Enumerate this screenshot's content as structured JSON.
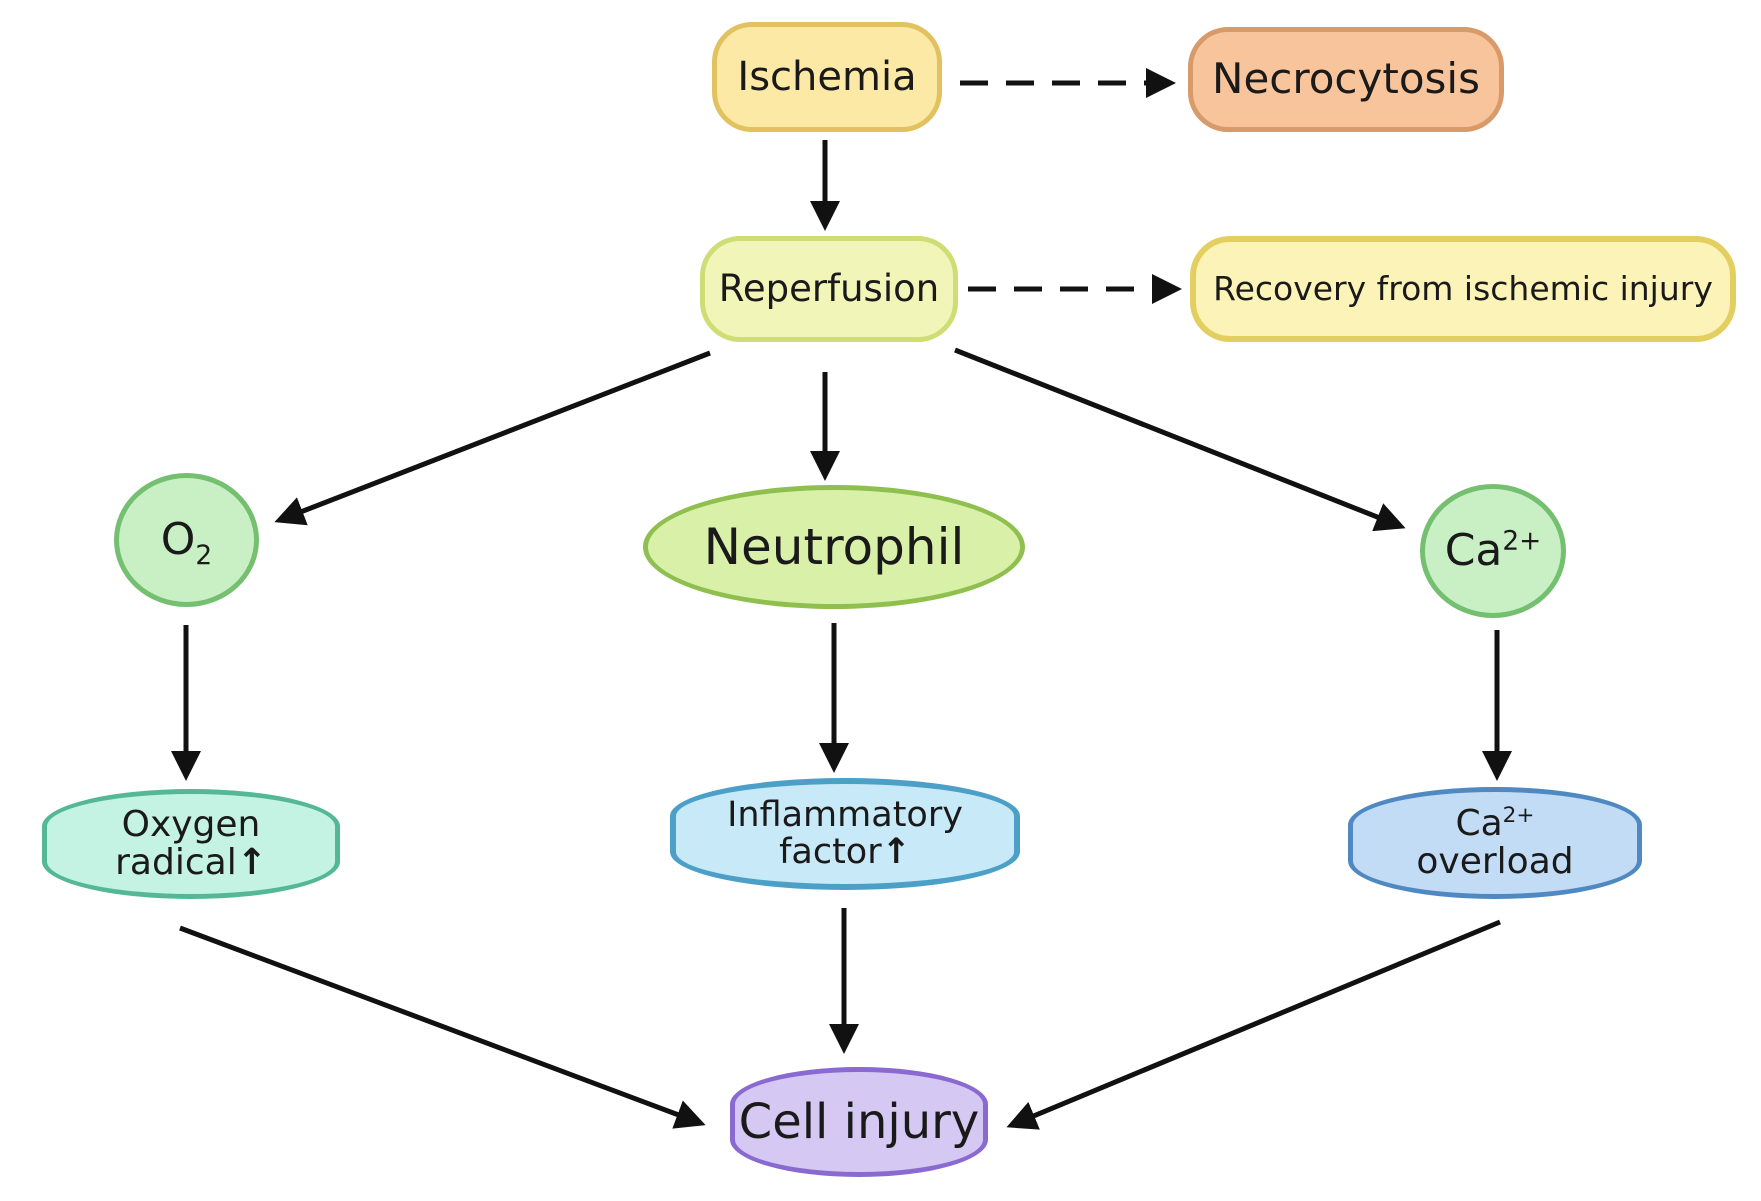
{
  "nodes": {
    "ischemia": "Ischemia",
    "necrocytosis": "Necrocytosis",
    "reperfusion": "Reperfusion",
    "recovery": "Recovery from ischemic injury",
    "o2_base": "O",
    "o2_sub": "2",
    "neutrophil": "Neutrophil",
    "ca_base": "Ca",
    "ca_sup": "2+",
    "oxygen_line1": "Oxygen",
    "oxygen_line2": "radical",
    "inflam_line1": "Inflammatory",
    "inflam_line2": "factor",
    "caover_base": "Ca",
    "caover_sup": "2+",
    "caover_line2": "overload",
    "cell_injury": "Cell injury",
    "up_arrow": "↑"
  },
  "colors": {
    "arrow": "#111111"
  }
}
